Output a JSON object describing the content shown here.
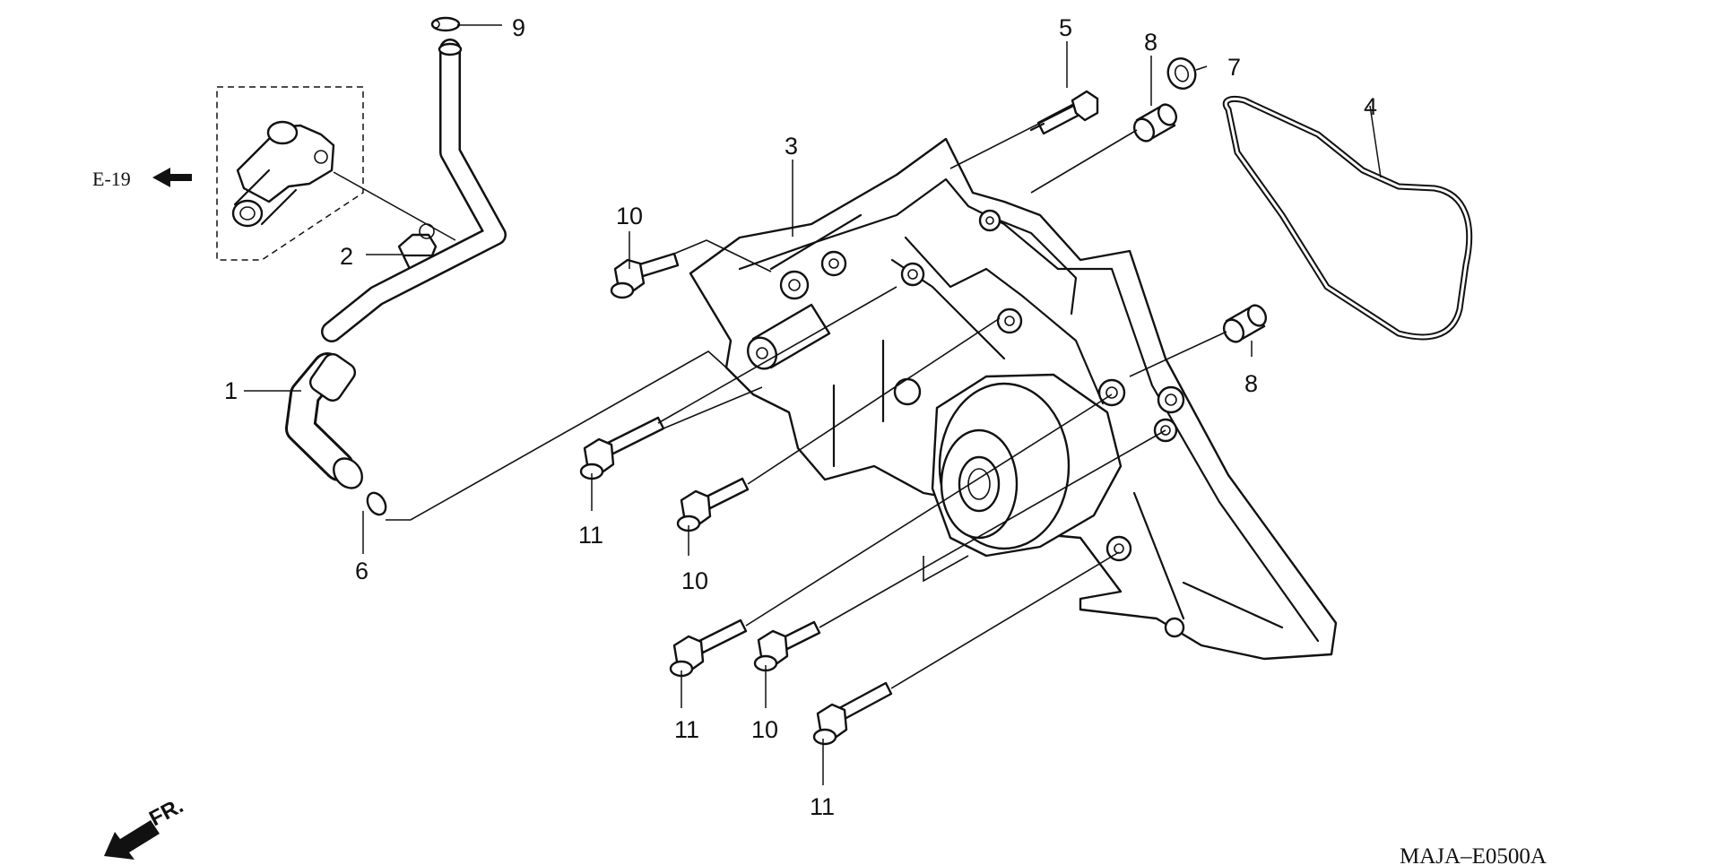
{
  "diagram": {
    "ref_label": "E-19",
    "front_label": "FR.",
    "drawing_code": "MAJA–E0500A",
    "callouts": {
      "c1": "1",
      "c2": "2",
      "c3": "3",
      "c4": "4",
      "c5": "5",
      "c6": "6",
      "c7": "7",
      "c8a": "8",
      "c8b": "8",
      "c9": "9",
      "c10a": "10",
      "c10b": "10",
      "c10c": "10",
      "c11a": "11",
      "c11b": "11",
      "c11c": "11"
    }
  }
}
